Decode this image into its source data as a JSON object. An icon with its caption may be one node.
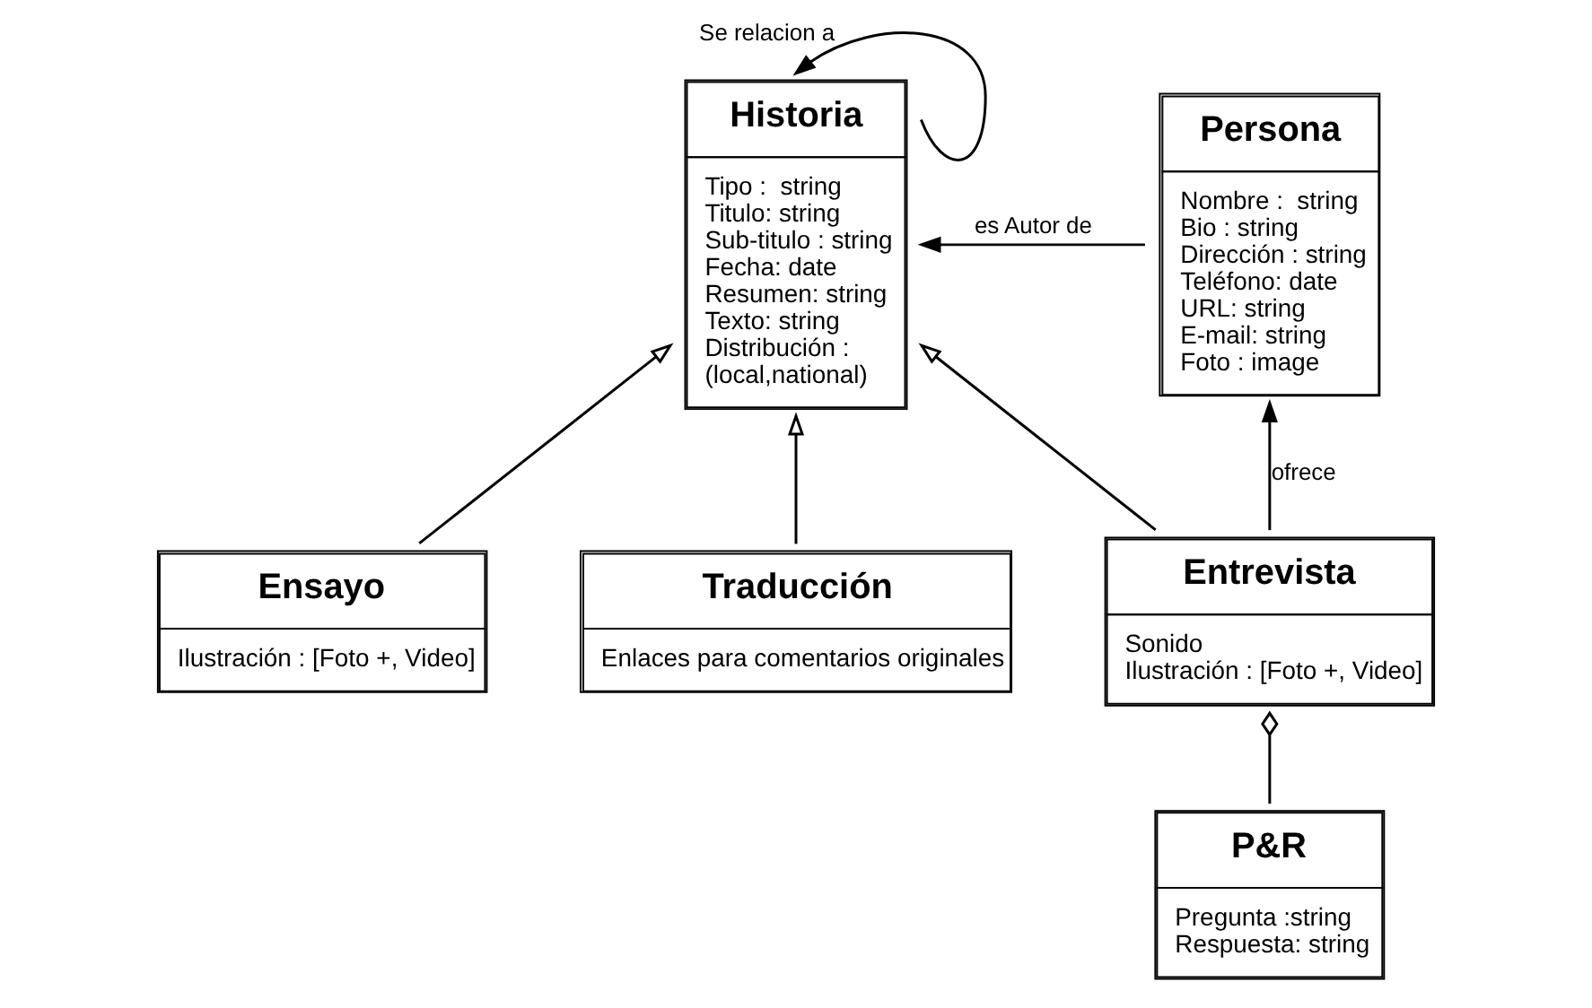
{
  "diagram": {
    "nodes": [
      {
        "text": [
          "Historia",
          "Tipo :  string",
          "Titulo: string",
          "Sub-titulo : string",
          "Fecha: date",
          "Resumen: string",
          "Texto: string",
          "Distribución :",
          "(local,national)"
        ]
      },
      {
        "text": [
          "Persona",
          "Nombre :  string",
          "Bio : string",
          "Dirección : string",
          "Teléfono: date",
          "URL: string",
          "E-mail: string",
          "Foto : image"
        ]
      },
      {
        "text": [
          "Ensayo",
          "Ilustración : [Foto +, Video]"
        ]
      },
      {
        "text": [
          "Traducción",
          "Enlaces para comentarios originales"
        ]
      },
      {
        "text": [
          "Entrevista",
          "Sonido",
          "Ilustración : [Foto +, Video]"
        ]
      },
      {
        "text": [
          "P&R",
          "Pregunta :string",
          "Respuesta: string"
        ]
      }
    ],
    "edges": [
      {
        "from": 0,
        "to": 0,
        "arrow": "to",
        "label": "Se relacion a"
      },
      {
        "from": 1,
        "to": 0,
        "arrow": "to",
        "label": "es Autor de"
      },
      {
        "from": 2,
        "to": 0,
        "arrow": "to"
      },
      {
        "from": 3,
        "to": 0,
        "arrow": "to"
      },
      {
        "from": 4,
        "to": 0,
        "arrow": "to"
      },
      {
        "from": 4,
        "to": 1,
        "arrow": "to",
        "label": "ofrece"
      },
      {
        "from": 4,
        "to": 5,
        "arrow": "other"
      }
    ]
  }
}
